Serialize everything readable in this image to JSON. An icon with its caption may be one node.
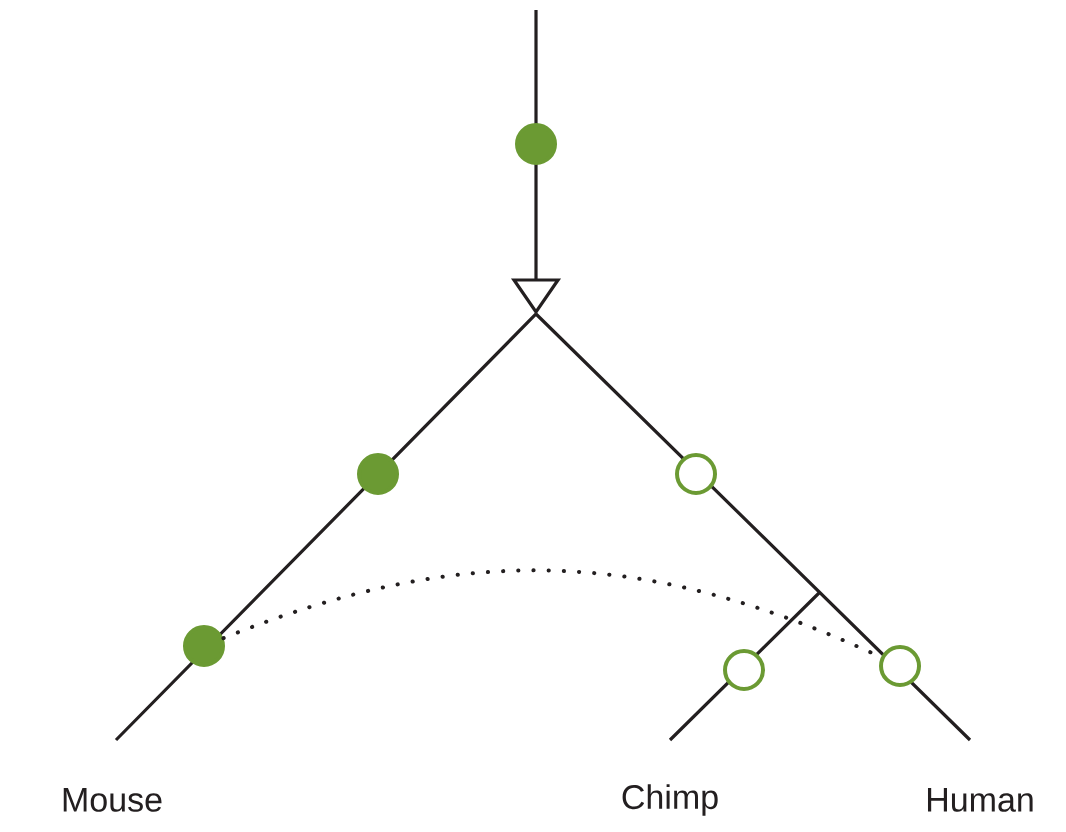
{
  "diagram": {
    "nodes": [
      {
        "text": [],
        "shape": "circle"
      },
      {
        "text": [],
        "shape": "circle"
      },
      {
        "text": [],
        "shape": "circle"
      },
      {
        "text": [],
        "shape": "circle"
      },
      {
        "text": [],
        "shape": "circle"
      },
      {
        "text": [],
        "shape": "circle"
      }
    ],
    "edges": [
      {
        "from": 2,
        "to": 5,
        "arrow": "none",
        "style": "dashed"
      }
    ],
    "labels": [
      "Mouse",
      "Chimp",
      "Human"
    ]
  }
}
